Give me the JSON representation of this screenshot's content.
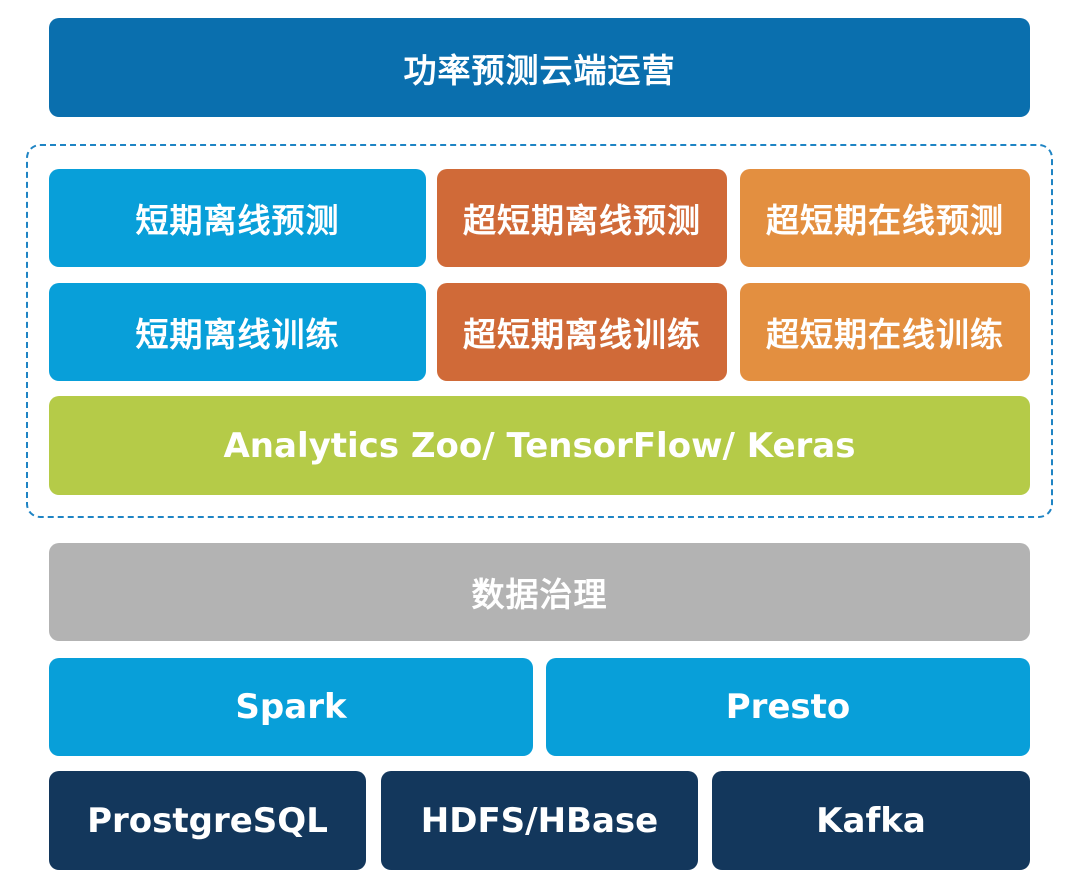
{
  "header": {
    "title": "功率预测云端运营"
  },
  "model_layer": {
    "predict_row": {
      "short_term_offline": "短期离线预测",
      "ultra_short_term_offline": "超短期离线预测",
      "ultra_short_term_online": "超短期在线预测"
    },
    "train_row": {
      "short_term_offline": "短期离线训练",
      "ultra_short_term_offline": "超短期离线训练",
      "ultra_short_term_online": "超短期在线训练"
    },
    "framework": "Analytics Zoo/ TensorFlow/ Keras"
  },
  "data_layer": {
    "governance": "数据治理",
    "compute": {
      "spark": "Spark",
      "presto": "Presto"
    },
    "storage": {
      "postgres": "ProstgreSQL",
      "hdfs": "HDFS/HBase",
      "kafka": "Kafka"
    }
  },
  "colors": {
    "title_blue": "#0a6fae",
    "light_blue": "#089fd9",
    "dark_orange": "#d06a38",
    "light_orange": "#e38f40",
    "lime": "#b5cb48",
    "gray": "#b3b3b3",
    "navy": "#13375c",
    "dashed_border": "#1f84c4"
  }
}
